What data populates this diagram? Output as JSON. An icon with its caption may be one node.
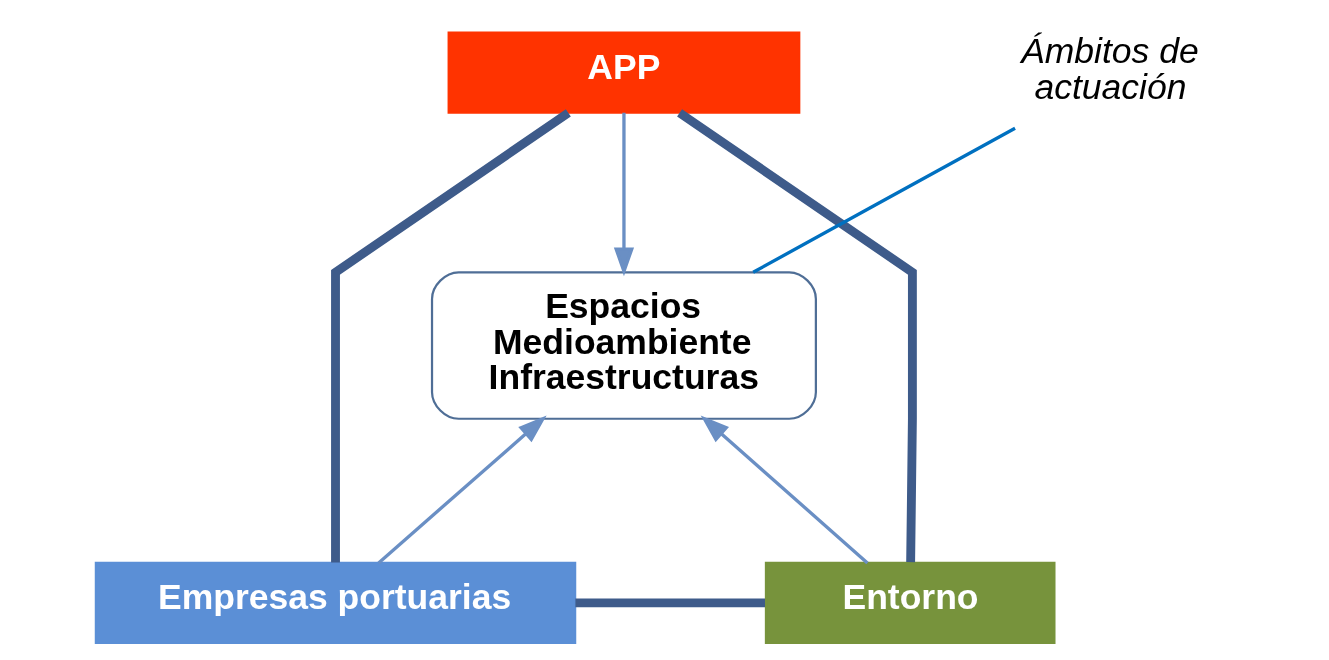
{
  "diagram": {
    "nodes": [
      {
        "text": [
          "APP"
        ]
      },
      {
        "text": [
          "Espacios Medioambiente Infraestructuras"
        ]
      },
      {
        "text": [
          "Empresas portuarias"
        ]
      },
      {
        "text": [
          "Entorno"
        ]
      },
      {
        "text": [
          "Ámbitos de actuación"
        ]
      }
    ],
    "edges": [
      {
        "from": 0,
        "to": 2,
        "arrow": "none",
        "style": "thick"
      },
      {
        "from": 0,
        "to": 3,
        "arrow": "none",
        "style": "thick"
      },
      {
        "from": 2,
        "to": 3,
        "arrow": "none",
        "style": "thick"
      },
      {
        "from": 0,
        "to": 1,
        "arrow": "to",
        "color": "#6a8fc4"
      },
      {
        "from": 2,
        "to": 1,
        "arrow": "to",
        "color": "#6a8fc4"
      },
      {
        "from": 3,
        "to": 1,
        "arrow": "to",
        "color": "#6a8fc4"
      },
      {
        "from": 4,
        "to": 1,
        "arrow": "none",
        "color": "#0070c0"
      }
    ]
  }
}
